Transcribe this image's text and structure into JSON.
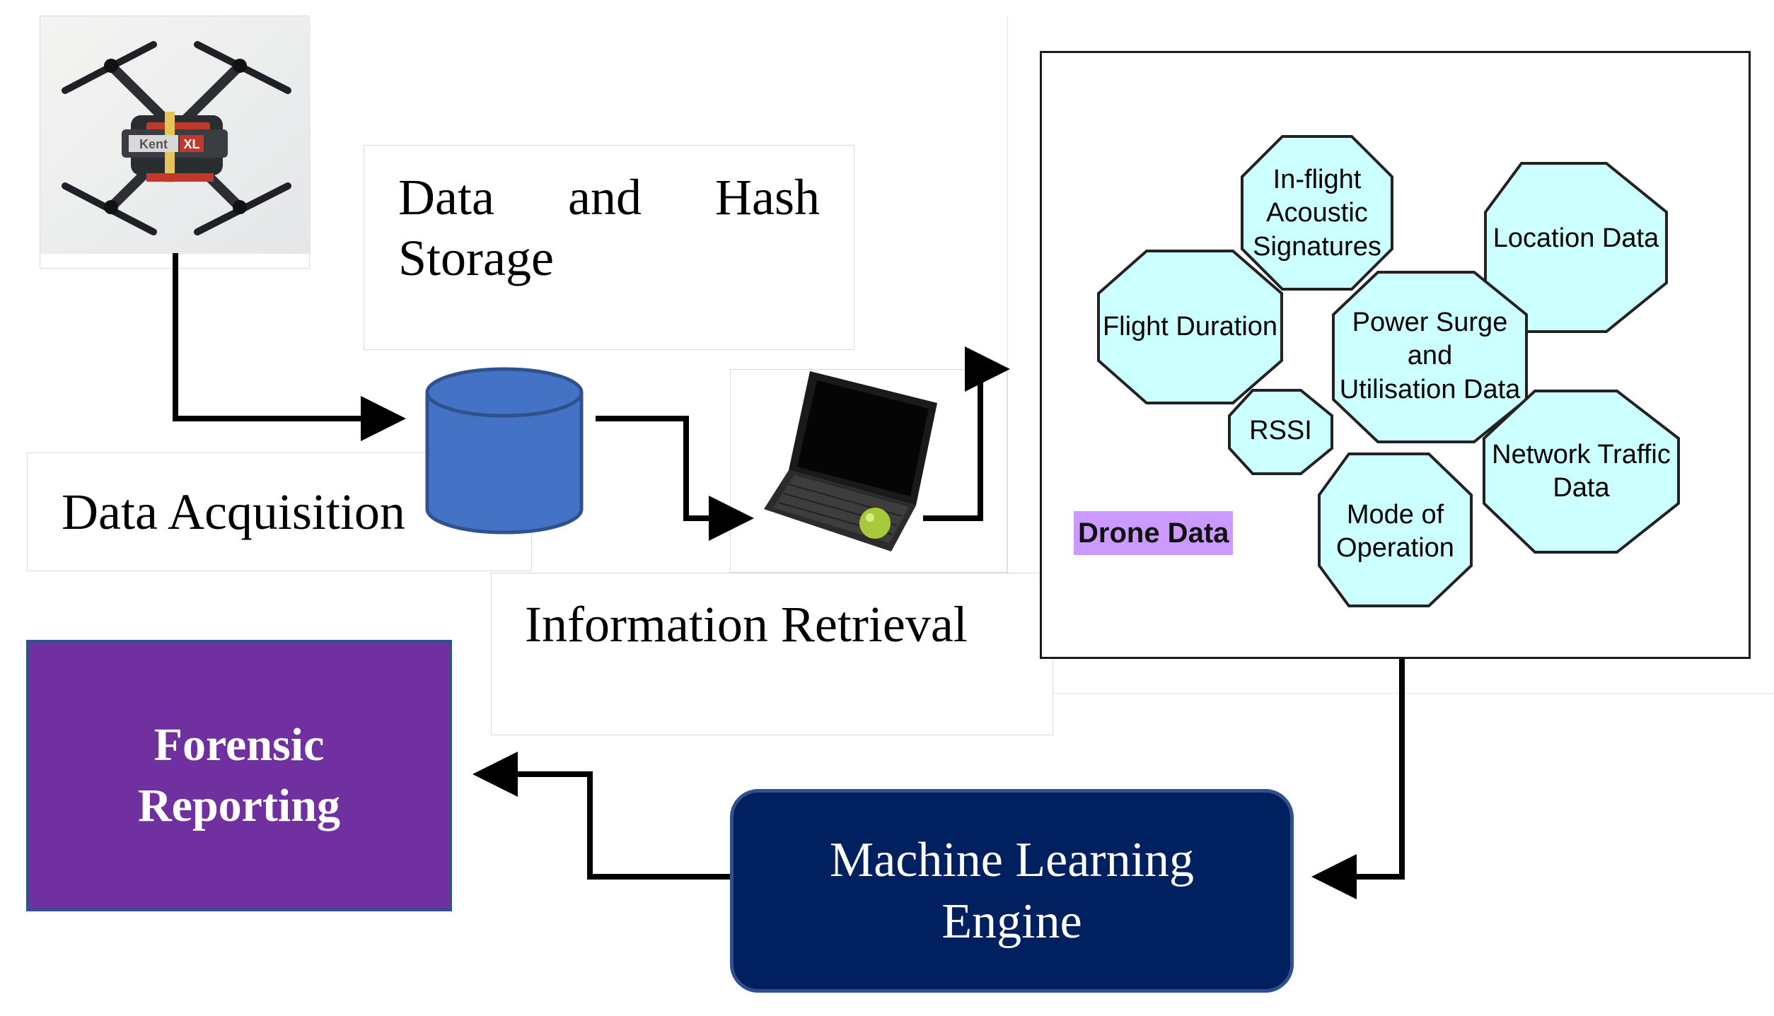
{
  "labels": {
    "hash_storage": "Data and Hash Storage",
    "data_acquisition": "Data Acquisition",
    "information_retrieval": "Information Retrieval",
    "forensic_reporting_line1": "Forensic",
    "forensic_reporting_line2": "Reporting",
    "ml_engine_line1": "Machine Learning",
    "ml_engine_line2": "Engine",
    "drone_data": "Drone Data",
    "drone_brand": "Kent",
    "drone_brand_badge": "XL"
  },
  "drone_data_items": [
    {
      "id": "in-flight",
      "lines": [
        "In-flight",
        "Acoustic",
        "Signatures"
      ]
    },
    {
      "id": "location",
      "lines": [
        "Location Data"
      ]
    },
    {
      "id": "flight-duration",
      "lines": [
        "Flight Duration"
      ]
    },
    {
      "id": "power-surge",
      "lines": [
        "Power Surge",
        "and",
        "Utilisation Data"
      ]
    },
    {
      "id": "rssi",
      "lines": [
        "RSSI"
      ]
    },
    {
      "id": "network-traffic",
      "lines": [
        "Network Traffic",
        "Data"
      ]
    },
    {
      "id": "mode-of-operation",
      "lines": [
        "Mode of",
        "Operation"
      ]
    }
  ],
  "colors": {
    "octagon_fill": "#ccffff",
    "database_fill": "#4472c4",
    "forensic_fill": "#7030a0",
    "ml_engine_fill": "#002060",
    "drone_data_highlight": "#cc99ff"
  },
  "icons": {
    "drone": "drone-photo",
    "database": "database-cylinder",
    "laptop": "laptop-with-apple"
  }
}
